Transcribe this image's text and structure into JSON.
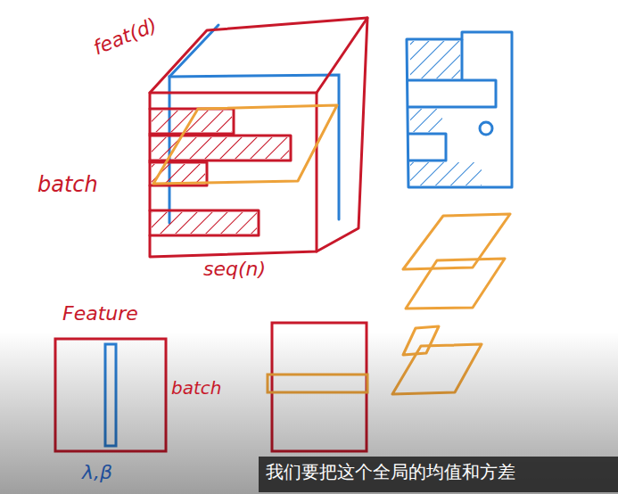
{
  "diagram": {
    "labels": [
      "feat(d)",
      "batch",
      "seq(n)",
      "Feature",
      "batch",
      "λ,β",
      "我们要把这个全局的均值和方差"
    ]
  }
}
